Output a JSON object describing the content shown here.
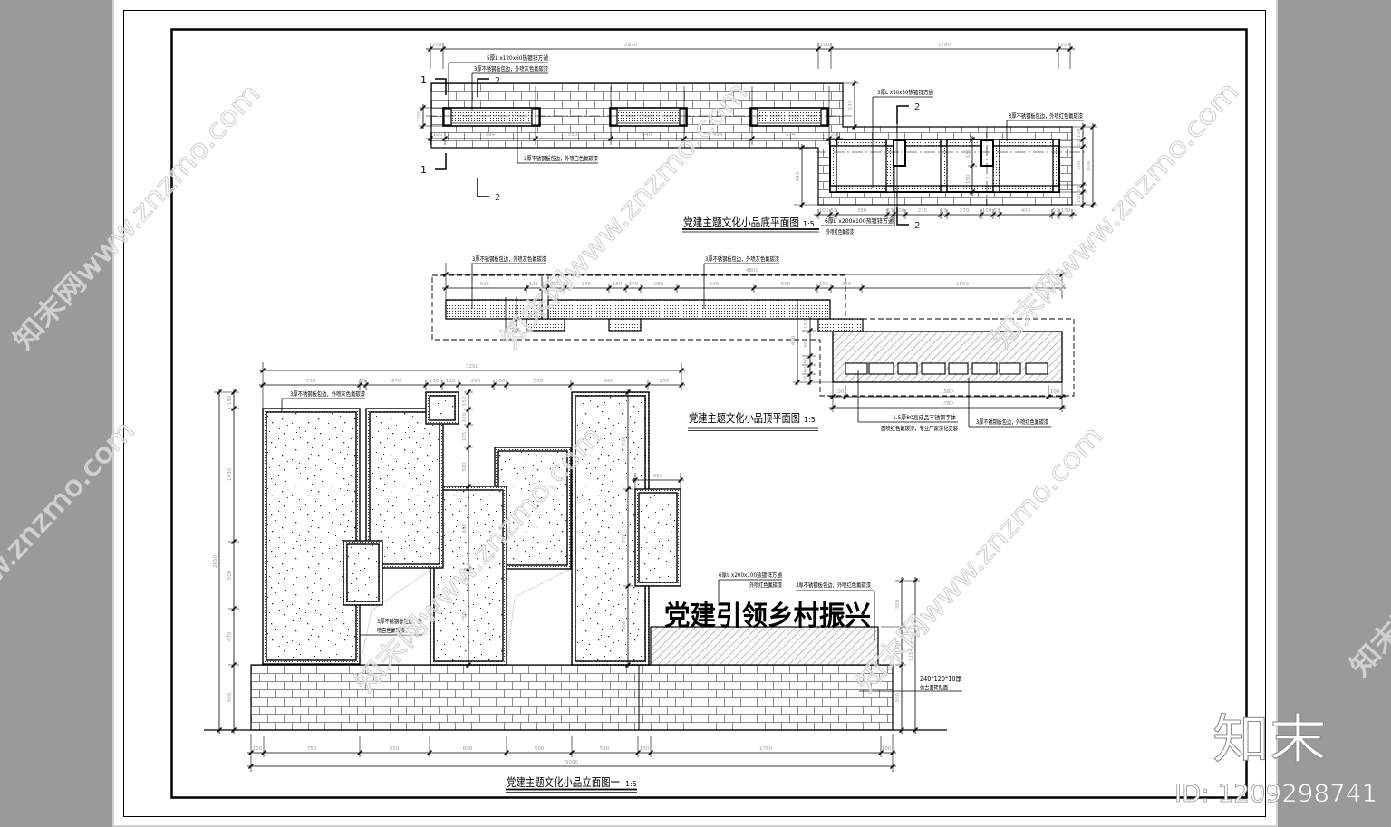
{
  "viewer": {
    "background_color": "#9a9a9a",
    "sheet_color": "#ffffff"
  },
  "plan_bottom": {
    "title": "党建主题文化小品底平面图",
    "scale": "1:5",
    "dims_top": [
      "100",
      "2920",
      "100",
      "1780",
      "100"
    ],
    "dims_wall": [
      "100",
      "584",
      "550",
      "540",
      "494",
      "534",
      "20"
    ],
    "dim_wall_left": "100",
    "dims_right_vertical": [
      "100",
      "53",
      "300",
      "53",
      "100"
    ],
    "dim_total_depth": "606",
    "dim_offset": "537",
    "dim_depth": "443",
    "dims_center": [
      "150",
      "150"
    ],
    "dims_right_bottom": [
      "100",
      "53",
      "380",
      "53",
      "100",
      "270",
      "53",
      "270",
      "100",
      "53",
      "403",
      "53",
      "100"
    ],
    "section_marks": {
      "cut1_top": "1",
      "cut1_bottom": "1",
      "cut2_left_top": "2",
      "cut2_left_bottom": "2",
      "cut2_right_top": "2",
      "cut2_right_bottom": "2"
    },
    "notes": {
      "tube_120": "5厚L x120x60热镀锌方通",
      "edge_gray": "3厚不锈钢板包边，外喷灰色氟碳漆",
      "edge_white": "3厚不锈钢板包边，外喷白色氟碳漆",
      "tube_50": "3厚L x50x50热镀锌方通",
      "edge_red": "3厚不锈钢板包边，外喷红色氟碳漆",
      "tube_200": "6厚L x200x100热镀锌方通",
      "tube_200_paint": "外喷红色氟碳漆"
    }
  },
  "plan_top": {
    "title": "党建主题文化小品顶平面图",
    "scale": "1:5",
    "dim_total": "4800",
    "dims_row": [
      "625",
      "125",
      "50",
      "125",
      "345",
      "130",
      "120",
      "280",
      "600",
      "500",
      "100",
      "250",
      "1550"
    ],
    "dim_block": "100",
    "dims_sign": [
      "100",
      "1580",
      "100"
    ],
    "dim_sign_total": "1780",
    "dim_sign_depth": "450",
    "dims_sign_vertical": [
      "100",
      "200",
      "50",
      "80",
      "70"
    ],
    "notes": {
      "edge_gray_1": "3厚不锈钢板包边，外喷灰色氟碳漆",
      "edge_gray_2": "3厚不锈钢板包边，外喷灰色氟碳漆",
      "letters": "1.5厚80高成品不锈钢字体",
      "letters_paint": "面喷红色氟碳漆，专业厂家深化安装",
      "edge_red": "3厚不锈钢板包边，外喷红色氟碳漆"
    }
  },
  "elevation": {
    "title": "党建主题文化小品立面图一",
    "scale": "1:5",
    "sign_text": "党建引领乡村振兴",
    "dim_total_width": "3250",
    "dims_top": [
      "750",
      "50",
      "470",
      "130",
      "120",
      "280",
      "100",
      "500",
      "600",
      "250"
    ],
    "dim_total_height": "2650",
    "dims_left": [
      "150",
      "1030",
      "500",
      "470",
      "500"
    ],
    "dims_center": [
      "150",
      "120",
      "175",
      "300",
      "650",
      "750"
    ],
    "dims_right_panel": [
      "750",
      "750",
      "600"
    ],
    "dim_small_panel": "350",
    "dims_sign": [
      "350",
      "300",
      "500"
    ],
    "dim_sign_total": "1154",
    "dims_bottom": [
      "100",
      "750",
      "550",
      "600",
      "500",
      "530",
      "100",
      "1780",
      "100"
    ],
    "dim_bottom_total": "5000",
    "notes": {
      "edge_gray": "3厚不锈钢板包边，外喷灰色氟碳漆",
      "edge_white_1": "3厚不锈钢板包边，外",
      "edge_white_2": "喷白色氟碳漆",
      "tube_200": "6厚L x200x100热镀锌方通",
      "tube_paint": "外喷红色氟碳漆",
      "edge_red": "3厚不锈钢板包边，外喷红色氟碳漆",
      "tile_1": "240*120*10厚",
      "tile_2": "仿古面砖贴面"
    }
  },
  "watermark": {
    "text": "知末网www.znzmo.com",
    "logo": "知末",
    "id": "ID: 1209298741"
  }
}
